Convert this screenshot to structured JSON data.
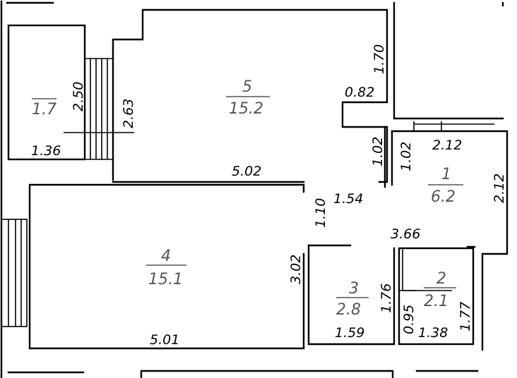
{
  "rooms": [
    {
      "id": "balcony",
      "number": "",
      "area": "1.7"
    },
    {
      "id": "room5",
      "number": "5",
      "area": "15.2"
    },
    {
      "id": "room1",
      "number": "1",
      "area": "6.2"
    },
    {
      "id": "room4",
      "number": "4",
      "area": "15.1"
    },
    {
      "id": "room3",
      "number": "3",
      "area": "2.8"
    },
    {
      "id": "room2",
      "number": "2",
      "area": "2.1"
    }
  ],
  "dimensions": {
    "balcony_height": "2.50",
    "balcony_width": "1.36",
    "room5_left": "2.63",
    "room5_right_top": "1.70",
    "room5_notch": "0.82",
    "room5_bottom": "5.02",
    "corridor_left": "1.02",
    "hall_left": "1.02",
    "hall_top": "2.12",
    "hall_right": "2.12",
    "hall_opening": "1.54",
    "hall_wall": "1.10",
    "hall_bottom": "3.66",
    "room4_right": "3.02",
    "room4_bottom": "5.01",
    "room3_right": "1.76",
    "room3_bottom": "1.59",
    "room2_left": "0.95",
    "room2_bottom": "1.38",
    "room2_right": "1.77"
  }
}
